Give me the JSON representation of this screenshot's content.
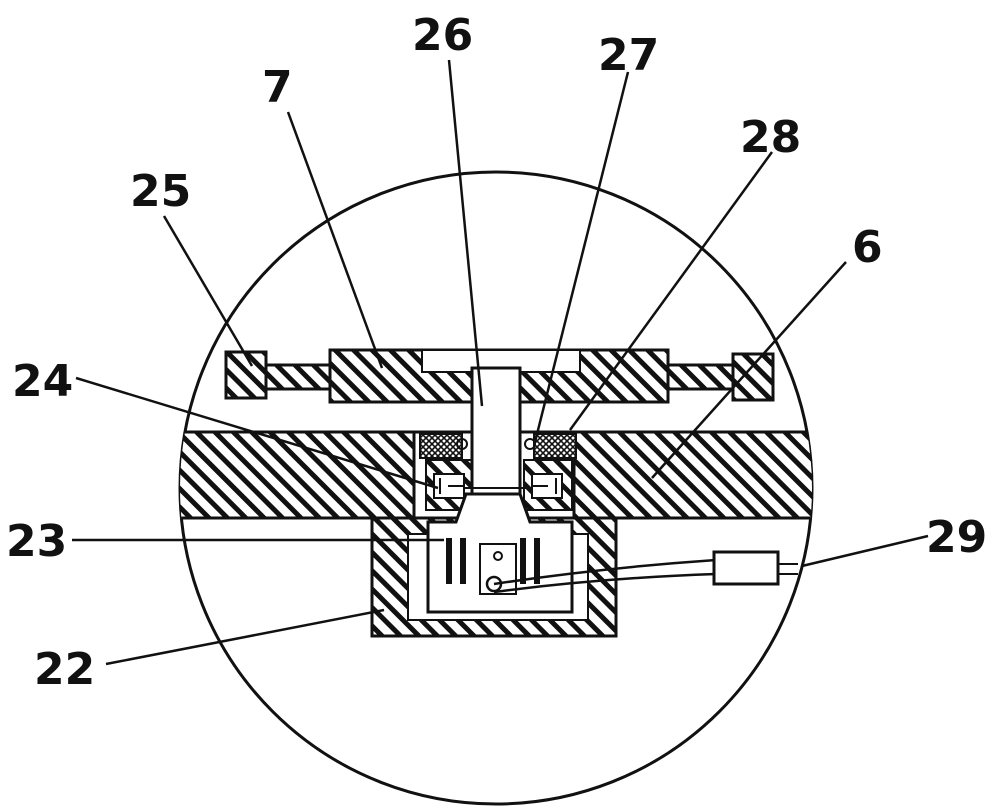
{
  "labels": {
    "l26": "26",
    "l27": "27",
    "l7": "7",
    "l28": "28",
    "l25": "25",
    "l6": "6",
    "l24": "24",
    "l23": "23",
    "l29": "29",
    "l22": "22"
  },
  "colors": {
    "line": "#111111",
    "background": "#ffffff"
  }
}
